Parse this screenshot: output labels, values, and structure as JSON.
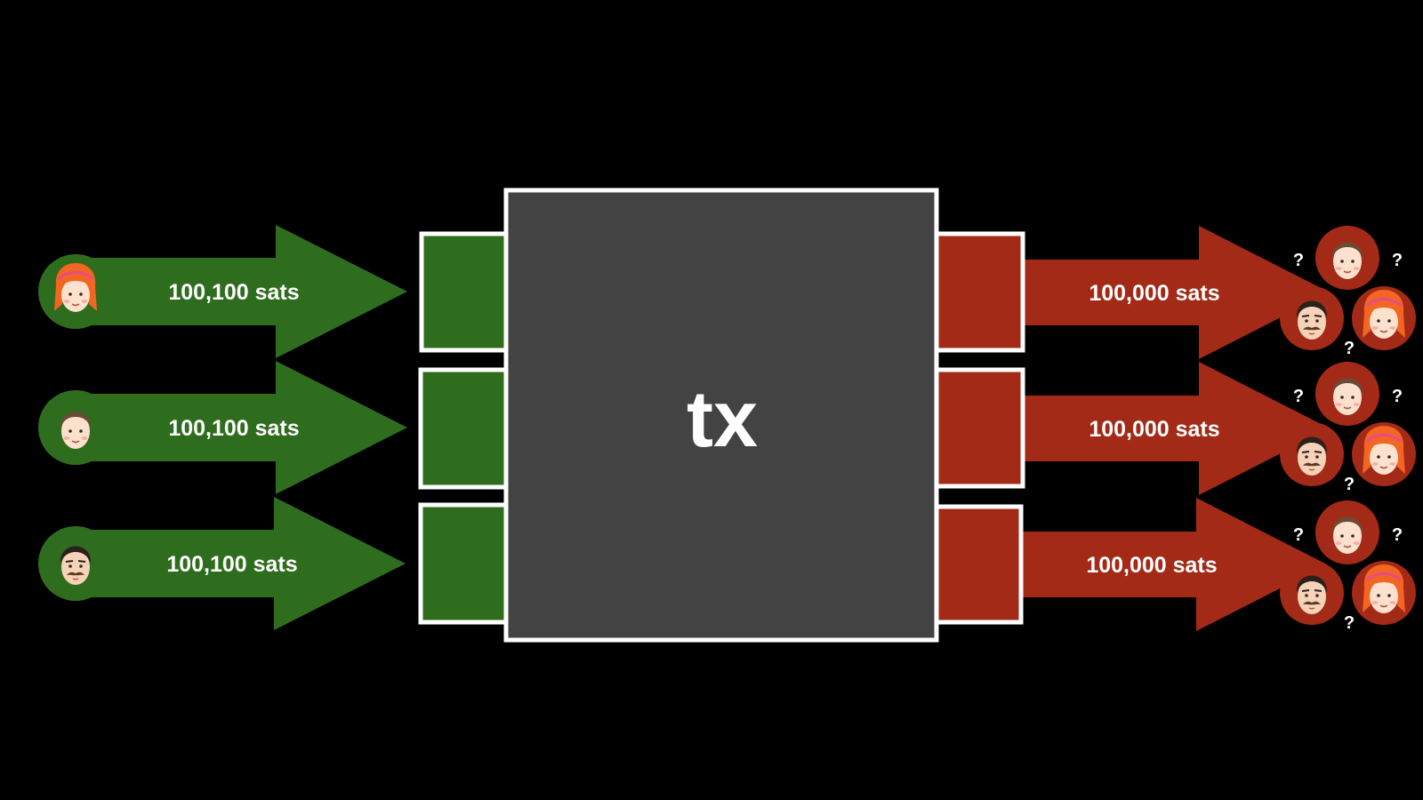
{
  "colors": {
    "background": "#000000",
    "input": "#2f6d1e",
    "output": "#a32a17",
    "tx_box": "#434343",
    "border": "#ffffff"
  },
  "tx": {
    "label": "tx"
  },
  "inputs": [
    {
      "amount": "100,100 sats",
      "avatar": "woman-red-hair-icon"
    },
    {
      "amount": "100,100 sats",
      "avatar": "man-brown-hair-icon"
    },
    {
      "amount": "100,100 sats",
      "avatar": "man-mustache-icon"
    }
  ],
  "outputs": [
    {
      "amount": "100,000 sats",
      "unknown_mark": "?",
      "candidates": [
        "man-brown-hair-icon",
        "man-mustache-icon",
        "woman-red-hair-icon"
      ]
    },
    {
      "amount": "100,000 sats",
      "unknown_mark": "?",
      "candidates": [
        "man-brown-hair-icon",
        "man-mustache-icon",
        "woman-red-hair-icon"
      ]
    },
    {
      "amount": "100,000 sats",
      "unknown_mark": "?",
      "candidates": [
        "man-brown-hair-icon",
        "man-mustache-icon",
        "woman-red-hair-icon"
      ]
    }
  ]
}
